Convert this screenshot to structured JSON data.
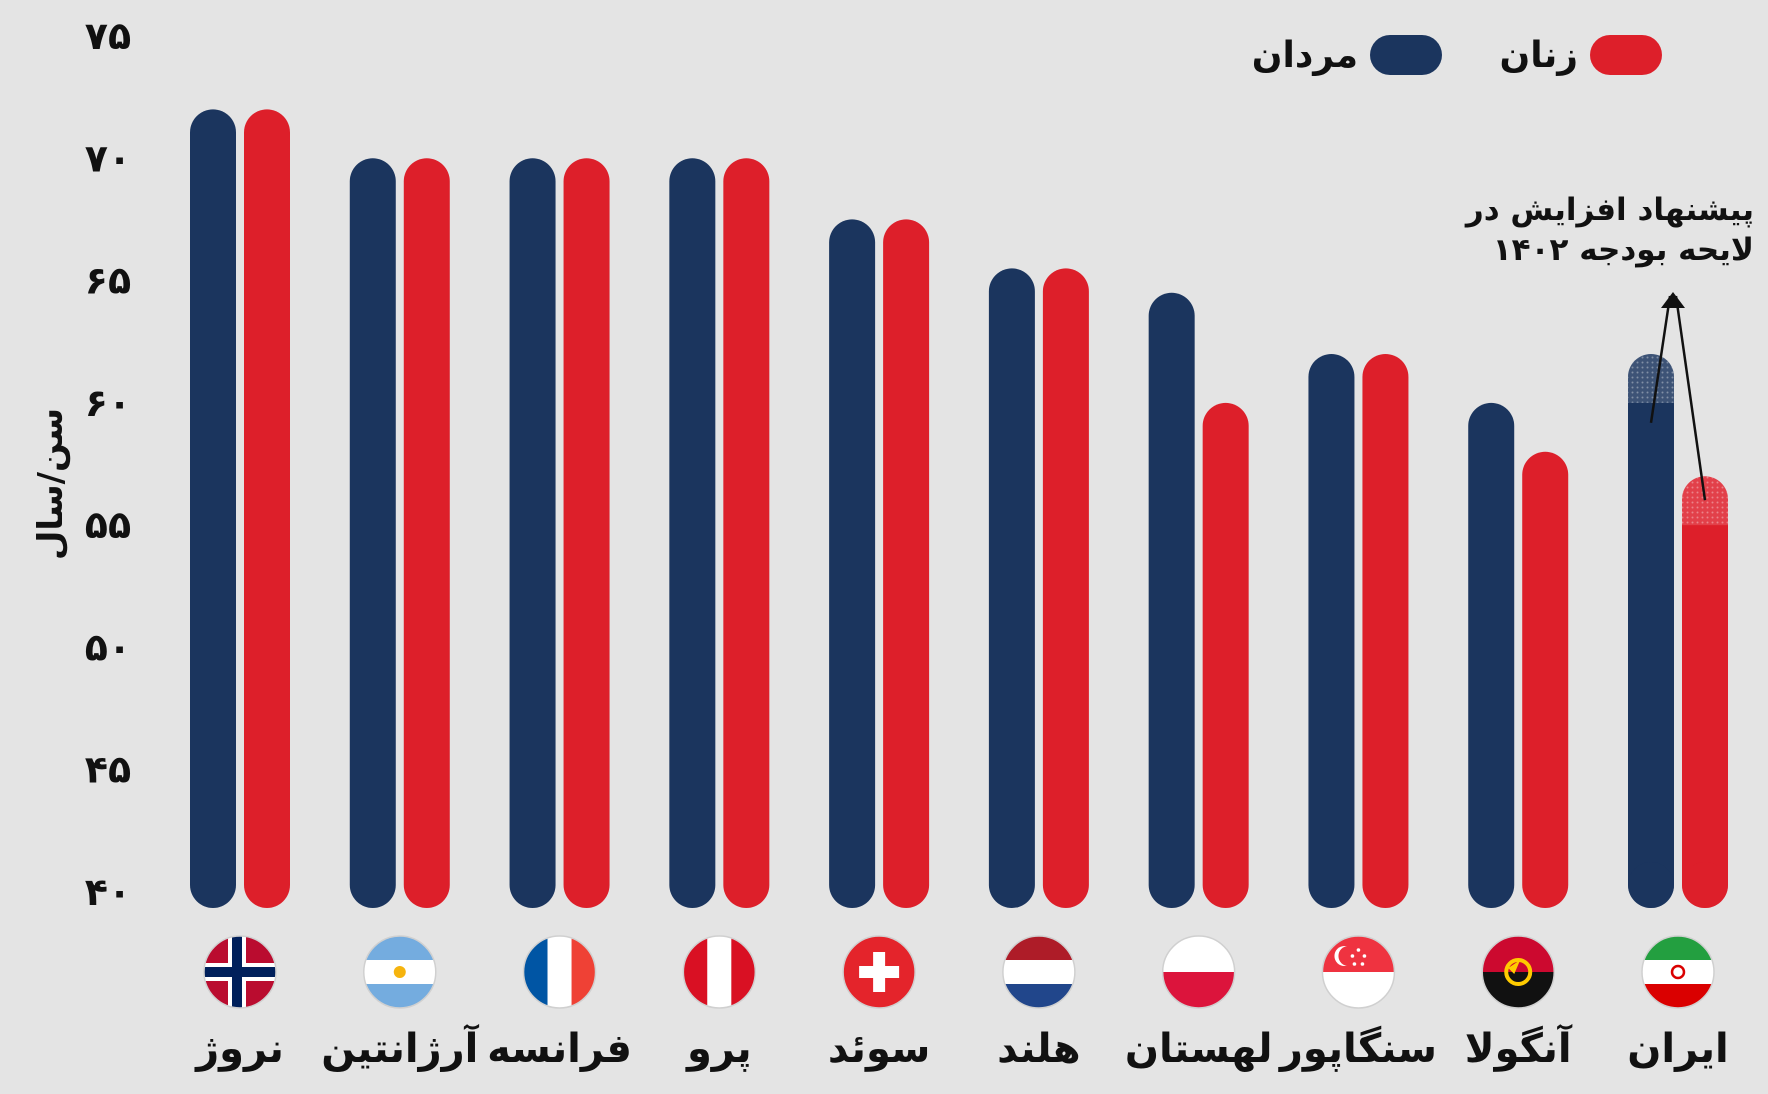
{
  "chart_data": {
    "type": "bar",
    "ylabel": "سن/سال",
    "ylim": [
      40,
      75
    ],
    "yticks": [
      {
        "value": 40,
        "label": "۴۰"
      },
      {
        "value": 45,
        "label": "۴۵"
      },
      {
        "value": 50,
        "label": "۵۰"
      },
      {
        "value": 55,
        "label": "۵۵"
      },
      {
        "value": 60,
        "label": "۶۰"
      },
      {
        "value": 65,
        "label": "۶۵"
      },
      {
        "value": 70,
        "label": "۷۰"
      },
      {
        "value": 75,
        "label": "۷۵"
      }
    ],
    "grid": false,
    "legend": "top-right",
    "categories": [
      "نروژ",
      "آرژانتین",
      "فرانسه",
      "پرو",
      "سوئد",
      "هلند",
      "لهستان",
      "سنگاپور",
      "آنگولا",
      "ایران"
    ],
    "flags": [
      "norway-flag-icon",
      "argentina-flag-icon",
      "france-flag-icon",
      "peru-flag-icon",
      "sweden-flag-icon",
      "netherlands-flag-icon",
      "poland-flag-icon",
      "singapore-flag-icon",
      "angola-flag-icon",
      "iran-flag-icon"
    ],
    "series": [
      {
        "name": "مردان",
        "color": "#1b355e",
        "values": [
          72,
          70,
          70,
          70,
          67.5,
          65.5,
          64.5,
          62,
          60,
          60
        ],
        "proposed": [
          null,
          null,
          null,
          null,
          null,
          null,
          null,
          null,
          null,
          62
        ]
      },
      {
        "name": "زنان",
        "color": "#dd1f2a",
        "values": [
          72,
          70,
          70,
          70,
          67.5,
          65.5,
          60,
          62,
          58,
          55
        ],
        "proposed": [
          null,
          null,
          null,
          null,
          null,
          null,
          null,
          null,
          null,
          57
        ]
      }
    ],
    "annotation": {
      "lines": [
        "پیشنهاد افزایش در",
        "لایحه بودجه ۱۴۰۲"
      ],
      "category": "ایران"
    }
  }
}
